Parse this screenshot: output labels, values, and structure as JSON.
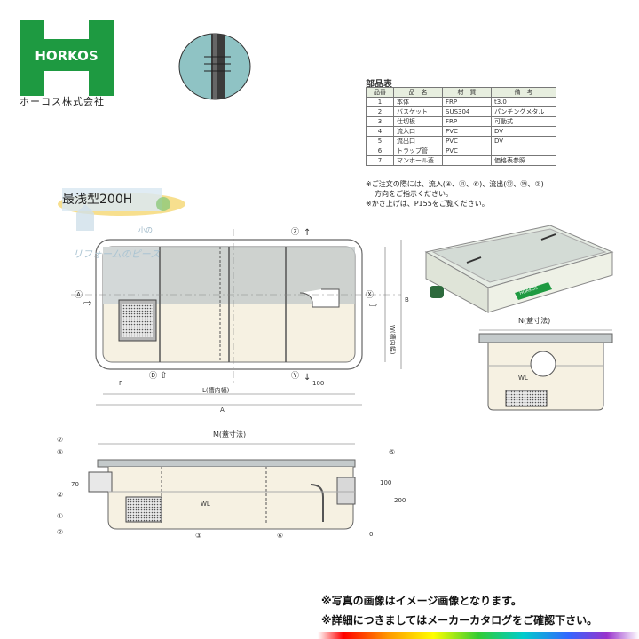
{
  "brand": {
    "logo_text": "HORKOS",
    "company": "ホーコス株式会社"
  },
  "parts_table": {
    "title": "部品表",
    "headers": [
      "品番",
      "品　名",
      "材　質",
      "備　考"
    ],
    "rows": [
      [
        "1",
        "本体",
        "FRP",
        "t3.0"
      ],
      [
        "2",
        "バスケット",
        "SUS304",
        "パンチングメタル"
      ],
      [
        "3",
        "仕切板",
        "FRP",
        "可動式"
      ],
      [
        "4",
        "流入口",
        "PVC",
        "DV"
      ],
      [
        "5",
        "流出口",
        "PVC",
        "DV"
      ],
      [
        "6",
        "トラップ管",
        "PVC",
        ""
      ],
      [
        "7",
        "マンホール蓋",
        "",
        "価格表参照"
      ]
    ]
  },
  "notes": {
    "line1": "※ご注文の際には、流入(④、⑪、⑥)、流出(⑫、⑲、②)",
    "line2": "方向をご指示ください。",
    "line3": "※かさ上げは、P155をご覧ください。"
  },
  "model_label": "最浅型200H",
  "watermark": {
    "small": "小の",
    "name": "リフォームのピース"
  },
  "plan_labels": {
    "z": "Ⓩ",
    "a": "Ⓐ",
    "x": "Ⓧ",
    "y": "Ⓨ",
    "d": "Ⓓ",
    "w_inner": "W(槽内幅)",
    "b": "B",
    "f": "F",
    "dim100": "100",
    "l_inner": "L(槽内幅)",
    "a_total": "A"
  },
  "iso_labels": {
    "lid_brand": "HORKOS"
  },
  "section_labels": {
    "n_lid": "N(蓋寸法)",
    "wl": "WL"
  },
  "elev_labels": {
    "m_lid": "M(蓋寸法)",
    "wl": "WL",
    "d70": "70",
    "d100": "100",
    "d200": "200",
    "zero": "0",
    "callouts": [
      "⑦",
      "④",
      "②",
      "①",
      "②",
      "③",
      "⑥",
      "⑤"
    ]
  },
  "disclaimer": {
    "line1": "※写真の画像はイメージ画像となります。",
    "line2": "※詳細につきましてはメーカーカタログをご確認下さい。"
  },
  "colors": {
    "brand_green": "#1e9a41",
    "tank_fill": "#f6f1e2",
    "lid_gray": "#c4cacb",
    "pipe_green": "#2d6a3d"
  }
}
